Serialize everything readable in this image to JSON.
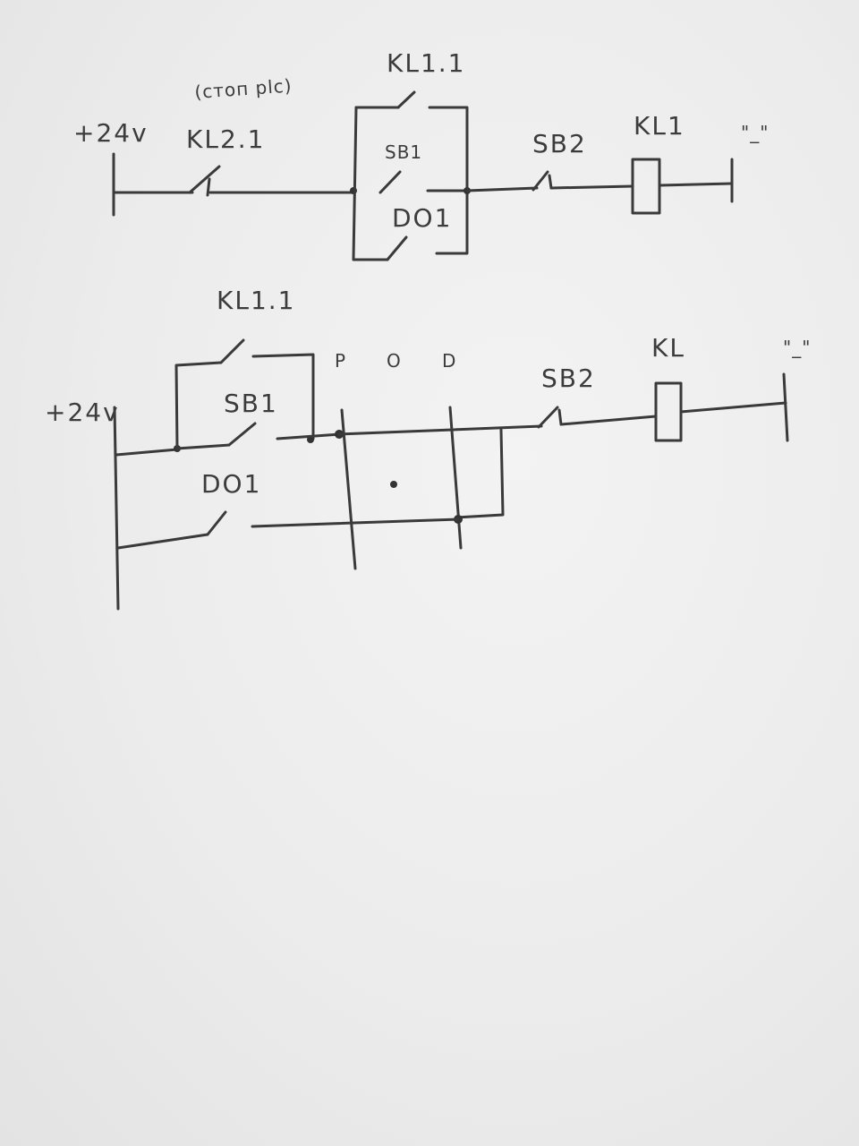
{
  "diagram1": {
    "supply": "+24v",
    "note": "(стоп plc)",
    "contact_kl21": "KL2.1",
    "contact_kl11": "KL1.1",
    "button_sb1": "SB1",
    "output_do1": "DO1",
    "button_sb2": "SB2",
    "coil": "KL1",
    "return": "\"_\""
  },
  "diagram2": {
    "supply": "+24v",
    "contact_kl11": "KL1.1",
    "button_sb1": "SB1",
    "output_do1": "DO1",
    "switch_p": "P",
    "switch_o": "O",
    "switch_d": "D",
    "button_sb2": "SB2",
    "coil": "KL",
    "return": "\"_\""
  },
  "colors": {
    "ink": "#3a3a3a",
    "paper": "#efefef"
  }
}
